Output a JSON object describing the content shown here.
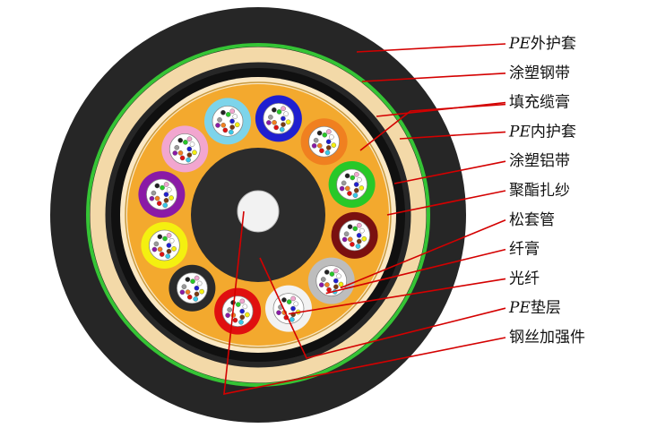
{
  "labels": [
    {
      "prefix": "PE",
      "text": "外护套"
    },
    {
      "prefix": "",
      "text": "涂塑钢带"
    },
    {
      "prefix": "",
      "text": "填充缆膏"
    },
    {
      "prefix": "PE",
      "text": "内护套"
    },
    {
      "prefix": "",
      "text": "涂塑铝带"
    },
    {
      "prefix": "",
      "text": "聚酯扎纱"
    },
    {
      "prefix": "",
      "text": "松套管"
    },
    {
      "prefix": "",
      "text": "纤膏"
    },
    {
      "prefix": "",
      "text": "光纤"
    },
    {
      "prefix": "PE",
      "text": "垫层"
    },
    {
      "prefix": "",
      "text": "钢丝加强件"
    }
  ],
  "colors": {
    "outer_sheath": "#262626",
    "steel_tape": "#35c435",
    "filling": "#f3d9a8",
    "inner_sheath": "#101010",
    "aluminum_tape": "#fbe8c4",
    "core_gel": "#f3a92e",
    "pe_bedding": "#2c2c2c",
    "strength_member": "#f2f2f2",
    "leader_line": "#d40000"
  },
  "tubes": [
    {
      "color": "blue",
      "fill": "#1f1fd0"
    },
    {
      "color": "orange",
      "fill": "#f08020"
    },
    {
      "color": "green",
      "fill": "#28c828"
    },
    {
      "color": "brown",
      "fill": "#7a1010"
    },
    {
      "color": "gray",
      "fill": "#bdbdbd"
    },
    {
      "color": "white",
      "fill": "#f2f2f2"
    },
    {
      "color": "red",
      "fill": "#e01010"
    },
    {
      "color": "black",
      "fill": "#2a2a2a"
    },
    {
      "color": "yellow",
      "fill": "#f4f010"
    },
    {
      "color": "violet",
      "fill": "#8a1aa6"
    },
    {
      "color": "pink",
      "fill": "#f2a6cf"
    },
    {
      "color": "aqua",
      "fill": "#7dd4ea"
    }
  ],
  "fiber_colors": [
    "#1f1fd0",
    "#f08020",
    "#28c828",
    "#7a3a10",
    "#9a9a9a",
    "#ffffff",
    "#e01010",
    "#222222",
    "#f4f010",
    "#8a1aa6",
    "#f2a6cf",
    "#38c8e8"
  ]
}
